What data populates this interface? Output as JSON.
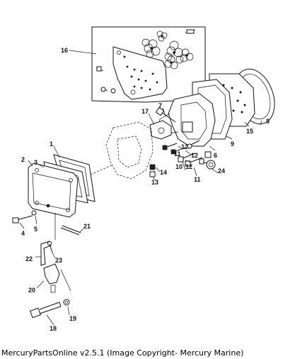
{
  "callouts": {
    "c1": "1",
    "c2": "2",
    "c3": "3",
    "c4": "4",
    "c5": "5",
    "c6": "6",
    "c7": "7",
    "c8": "8",
    "c9": "9",
    "c10": "10",
    "c11a": "11",
    "c11b": "11",
    "c12a": "12",
    "c12b": "12",
    "c13": "13",
    "c14": "14",
    "c15": "15",
    "c16": "16",
    "c17": "17",
    "c18": "18",
    "c19": "19",
    "c20": "20",
    "c21": "21",
    "c22": "22",
    "c23": "23",
    "c24": "24"
  },
  "caption": "MercuryPartsOnline v2.5.1 (Image Copyright- Mercury Marine)"
}
